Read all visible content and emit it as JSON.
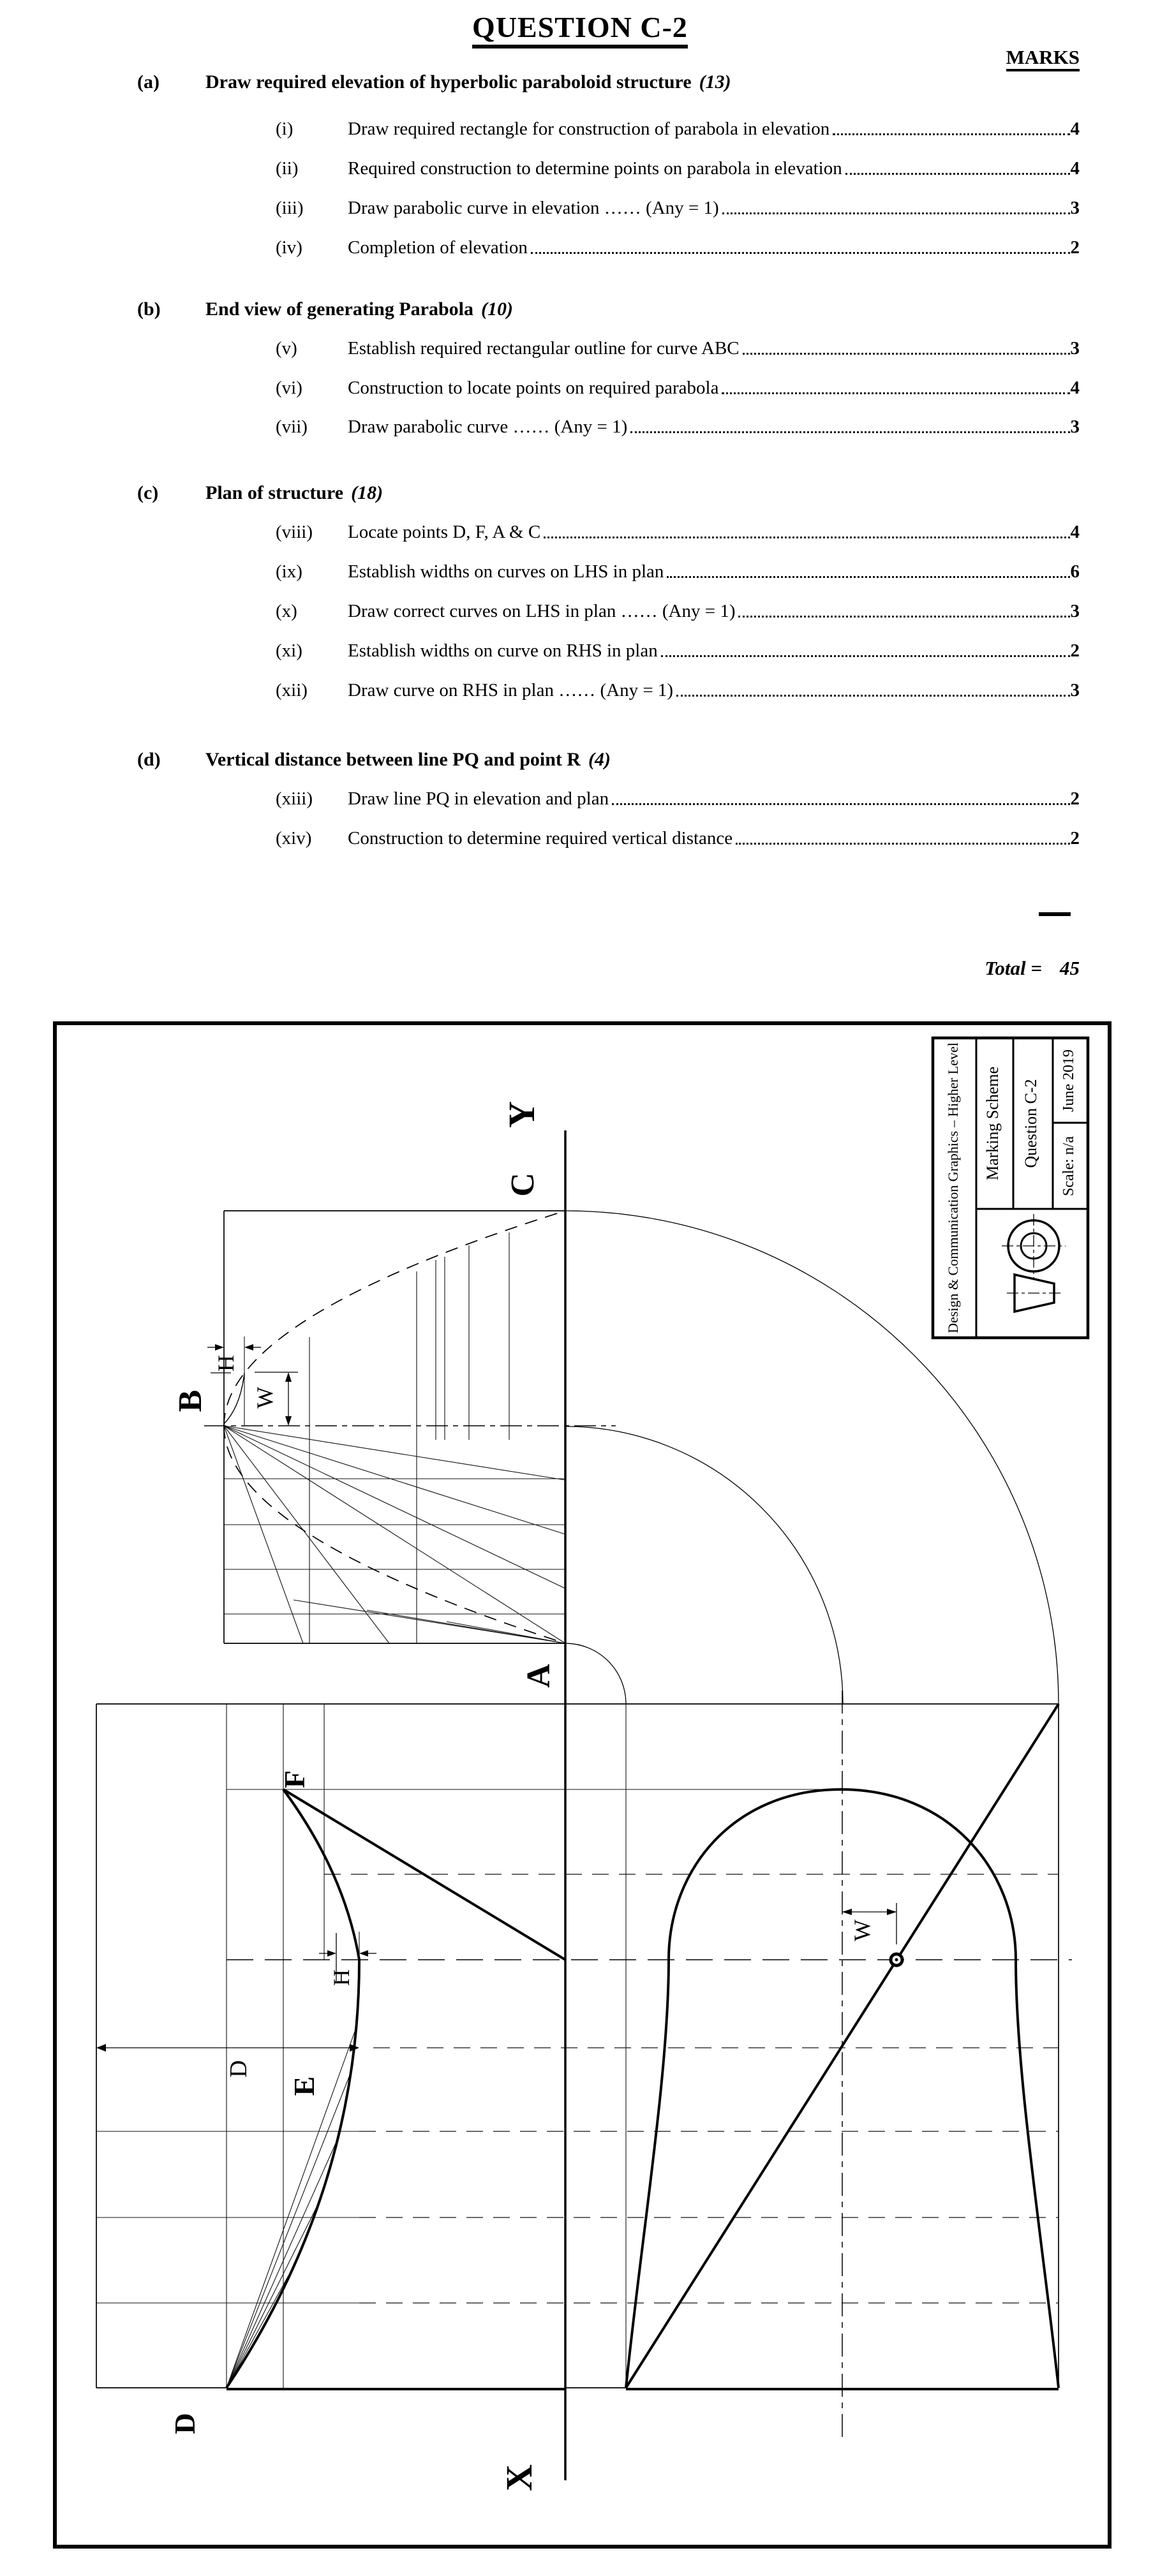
{
  "header": {
    "title": "QUESTION C-2",
    "marks_label": "MARKS",
    "total_label": "Total =",
    "total_value": "45",
    "sections": [
      {
        "id": "(a)",
        "heading": "Draw required elevation of hyperbolic paraboloid structure",
        "weight": "(13)",
        "items": [
          {
            "num": "(i)",
            "text": "Draw required rectangle for construction of parabola in elevation",
            "mark": "4"
          },
          {
            "num": "(ii)",
            "text": "Required construction to determine points on parabola in elevation",
            "mark": "4"
          },
          {
            "num": "(iii)",
            "text": "Draw parabolic curve in elevation …… (Any = 1)",
            "mark": "3"
          },
          {
            "num": "(iv)",
            "text": "Completion of elevation",
            "mark": "2"
          }
        ]
      },
      {
        "id": "(b)",
        "heading": "End view of generating Parabola",
        "weight": "(10)",
        "items": [
          {
            "num": "(v)",
            "text": "Establish required rectangular outline for curve ABC",
            "mark": "3"
          },
          {
            "num": "(vi)",
            "text": "Construction to locate points on required parabola",
            "mark": "4"
          },
          {
            "num": "(vii)",
            "text": "Draw parabolic curve …… (Any = 1)",
            "mark": "3"
          }
        ]
      },
      {
        "id": "(c)",
        "heading": "Plan of structure",
        "weight": "(18)",
        "items": [
          {
            "num": "(viii)",
            "text": "Locate points D, F, A & C",
            "mark": "4"
          },
          {
            "num": "(ix)",
            "text": "Establish widths on curves on LHS in plan",
            "mark": "6"
          },
          {
            "num": "(x)",
            "text": "Draw correct curves on LHS in plan …… (Any = 1)",
            "mark": "3"
          },
          {
            "num": "(xi)",
            "text": "Establish widths on curve on RHS in plan",
            "mark": "2"
          },
          {
            "num": "(xii)",
            "text": "Draw curve on RHS in plan …… (Any = 1)",
            "mark": "3"
          }
        ]
      },
      {
        "id": "(d)",
        "heading": "Vertical distance between line PQ and point R",
        "weight": "(4)",
        "items": [
          {
            "num": "(xiii)",
            "text": "Draw line PQ in elevation and plan",
            "mark": "2"
          },
          {
            "num": "(xiv)",
            "text": "Construction to determine required vertical distance",
            "mark": "2"
          }
        ]
      }
    ]
  },
  "drawing": {
    "labels": {
      "y": "Y",
      "c": "C",
      "b": "B",
      "a": "A",
      "x": "X",
      "d": "D",
      "e": "E",
      "f": "F"
    },
    "dims": {
      "h": "H",
      "w": "W",
      "d": "D"
    },
    "title_block": {
      "course": "Design & Communication Graphics – Higher Level",
      "doc_type": "Marking Scheme",
      "question": "Question C-2",
      "date": "June 2019",
      "scale": "Scale: n/a"
    }
  }
}
